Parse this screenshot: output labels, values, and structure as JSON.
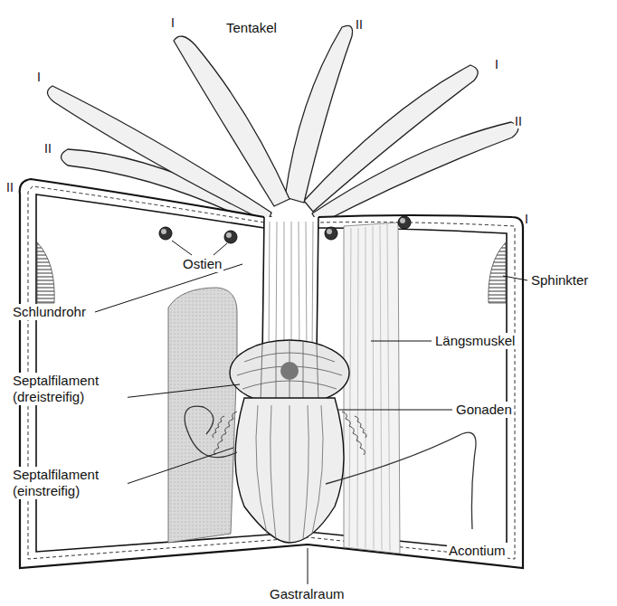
{
  "diagram": {
    "labels": [
      "I",
      "II",
      "I",
      "I",
      "II",
      "II",
      "II",
      "I",
      "Tentakel",
      "Ostien",
      "Schlundrohr",
      "Sphinkter",
      "Längsmuskel",
      "Septalfilament (dreistreifig)",
      "Gonaden",
      "Septalfilament (einstreifig)",
      "Acontium",
      "Gastralraum"
    ]
  }
}
